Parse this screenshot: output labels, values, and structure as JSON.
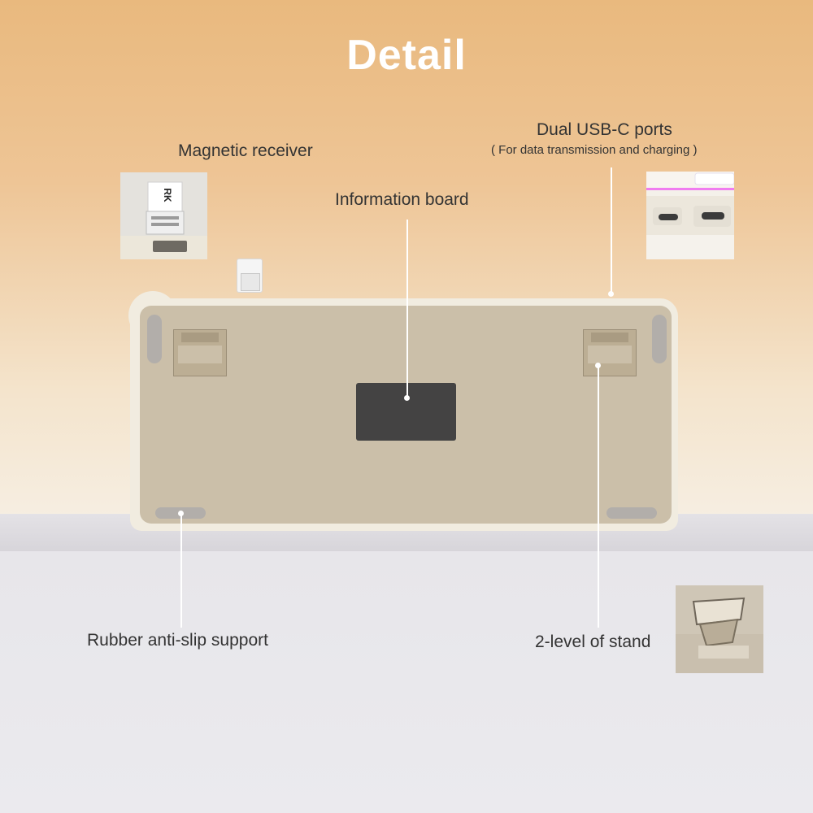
{
  "title": "Detail",
  "callouts": {
    "magnetic_receiver": "Magnetic receiver",
    "dual_usb": "Dual USB-C ports",
    "dual_usb_note": "( For data transmission and charging )",
    "information_board": "Information board",
    "rubber_support": "Rubber anti-slip support",
    "stand_levels": "2-level of stand"
  },
  "receiver_brand": "RK",
  "colors": {
    "background_top": "#e9b97e",
    "keyboard_body": "#cbbfa9",
    "keyboard_frame": "#f1ece0",
    "info_board": "#444343",
    "rubber_feet": "#b2aeaa"
  }
}
